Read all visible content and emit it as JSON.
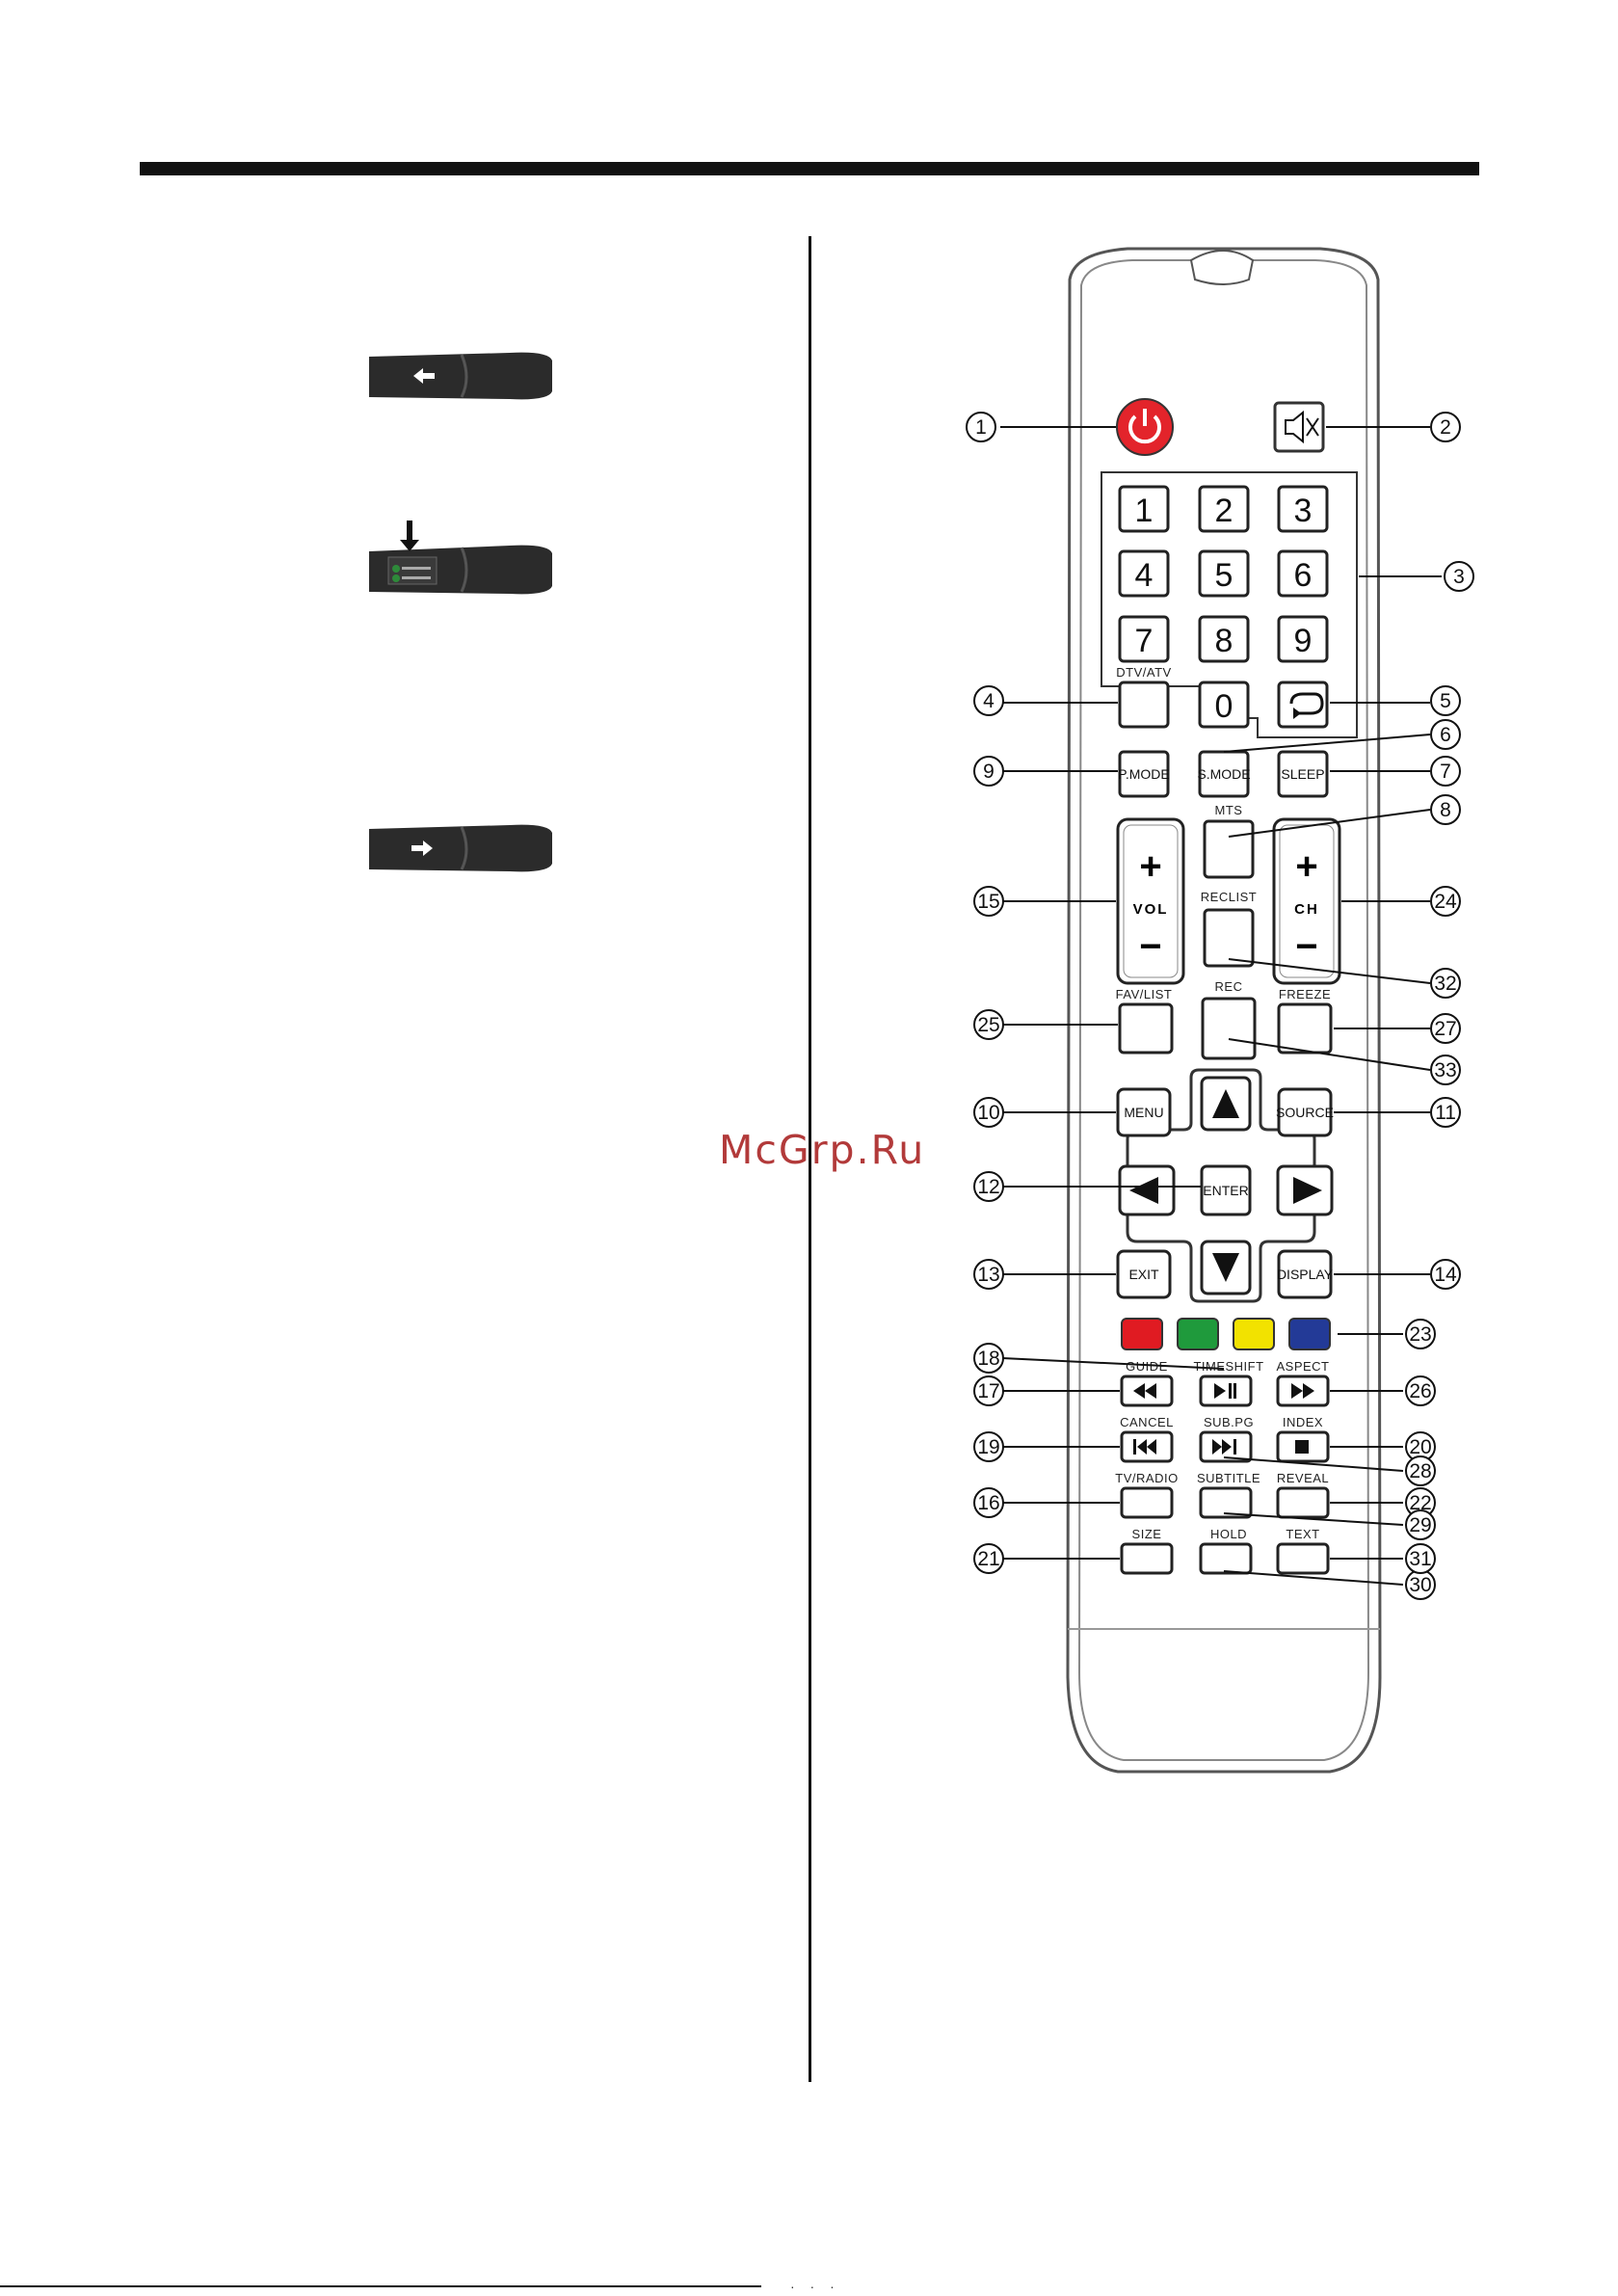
{
  "watermark": "McGrp.Ru",
  "battery_steps": [
    "arrow-left",
    "insert-battery",
    "arrow-right"
  ],
  "remote": {
    "numbers": [
      "1",
      "2",
      "3",
      "4",
      "5",
      "6",
      "7",
      "8",
      "9",
      "0"
    ],
    "key_captions": {
      "dtv_atv": "DTV/ATV",
      "mts": "MTS",
      "reclist": "RECLIST",
      "fav_list": "FAV/LIST",
      "rec": "REC",
      "freeze": "FREEZE",
      "guide": "GUIDE",
      "timeshift": "TIMESHIFT",
      "aspect": "ASPECT",
      "cancel": "CANCEL",
      "sub_pg": "SUB.PG",
      "index": "INDEX",
      "tv_radio": "TV/RADIO",
      "subtitle": "SUBTITLE",
      "reveal": "REVEAL",
      "size": "SIZE",
      "hold": "HOLD",
      "text": "TEXT"
    },
    "key_text": {
      "p_mode": "P.MODE",
      "s_mode": "S.MODE",
      "sleep": "SLEEP",
      "vol": "VOL",
      "ch": "CH",
      "plus": "+",
      "minus": "−",
      "menu": "MENU",
      "source": "SOURCE",
      "enter": "ENTER",
      "exit": "EXIT",
      "display": "DISPLAY"
    },
    "color_keys": [
      "#e01b22",
      "#1f9a3c",
      "#f2e200",
      "#233a97"
    ],
    "callouts": [
      "1",
      "2",
      "3",
      "4",
      "5",
      "6",
      "7",
      "8",
      "9",
      "10",
      "11",
      "12",
      "13",
      "14",
      "15",
      "16",
      "17",
      "18",
      "19",
      "20",
      "21",
      "22",
      "23",
      "24",
      "25",
      "26",
      "27",
      "28",
      "29",
      "30",
      "31",
      "32",
      "33"
    ]
  }
}
